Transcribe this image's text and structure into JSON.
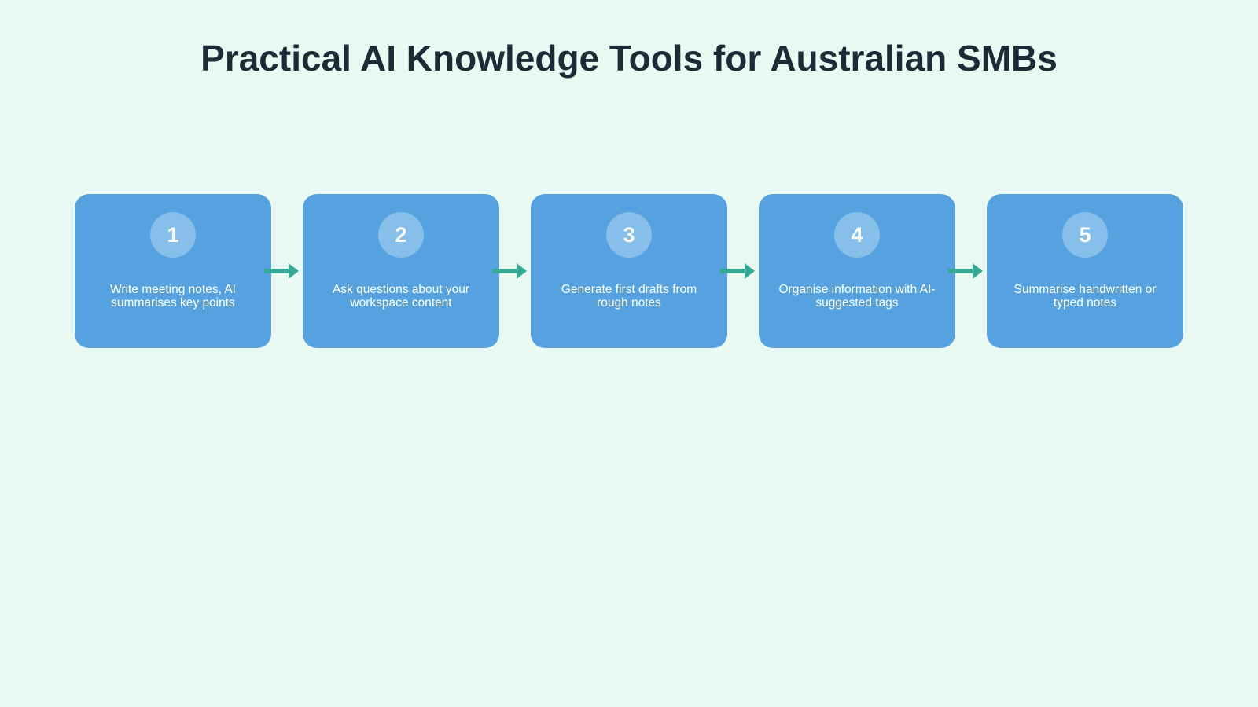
{
  "title": "Practical AI Knowledge Tools for Australian SMBs",
  "colors": {
    "background": "#eafaf2",
    "card": "#56a2e0",
    "card-circle": "#86bfea",
    "card-text": "#ffffff",
    "arrow": "#35a994",
    "title": "#1f2a37"
  },
  "icons": {
    "connector": "right-arrow"
  },
  "steps": [
    {
      "number": "1",
      "label": "Write meeting notes, AI summarises key points"
    },
    {
      "number": "2",
      "label": "Ask questions about your workspace content"
    },
    {
      "number": "3",
      "label": "Generate first drafts from rough notes"
    },
    {
      "number": "4",
      "label": "Organise information with AI-suggested tags"
    },
    {
      "number": "5",
      "label": "Summarise handwritten or typed notes"
    }
  ]
}
